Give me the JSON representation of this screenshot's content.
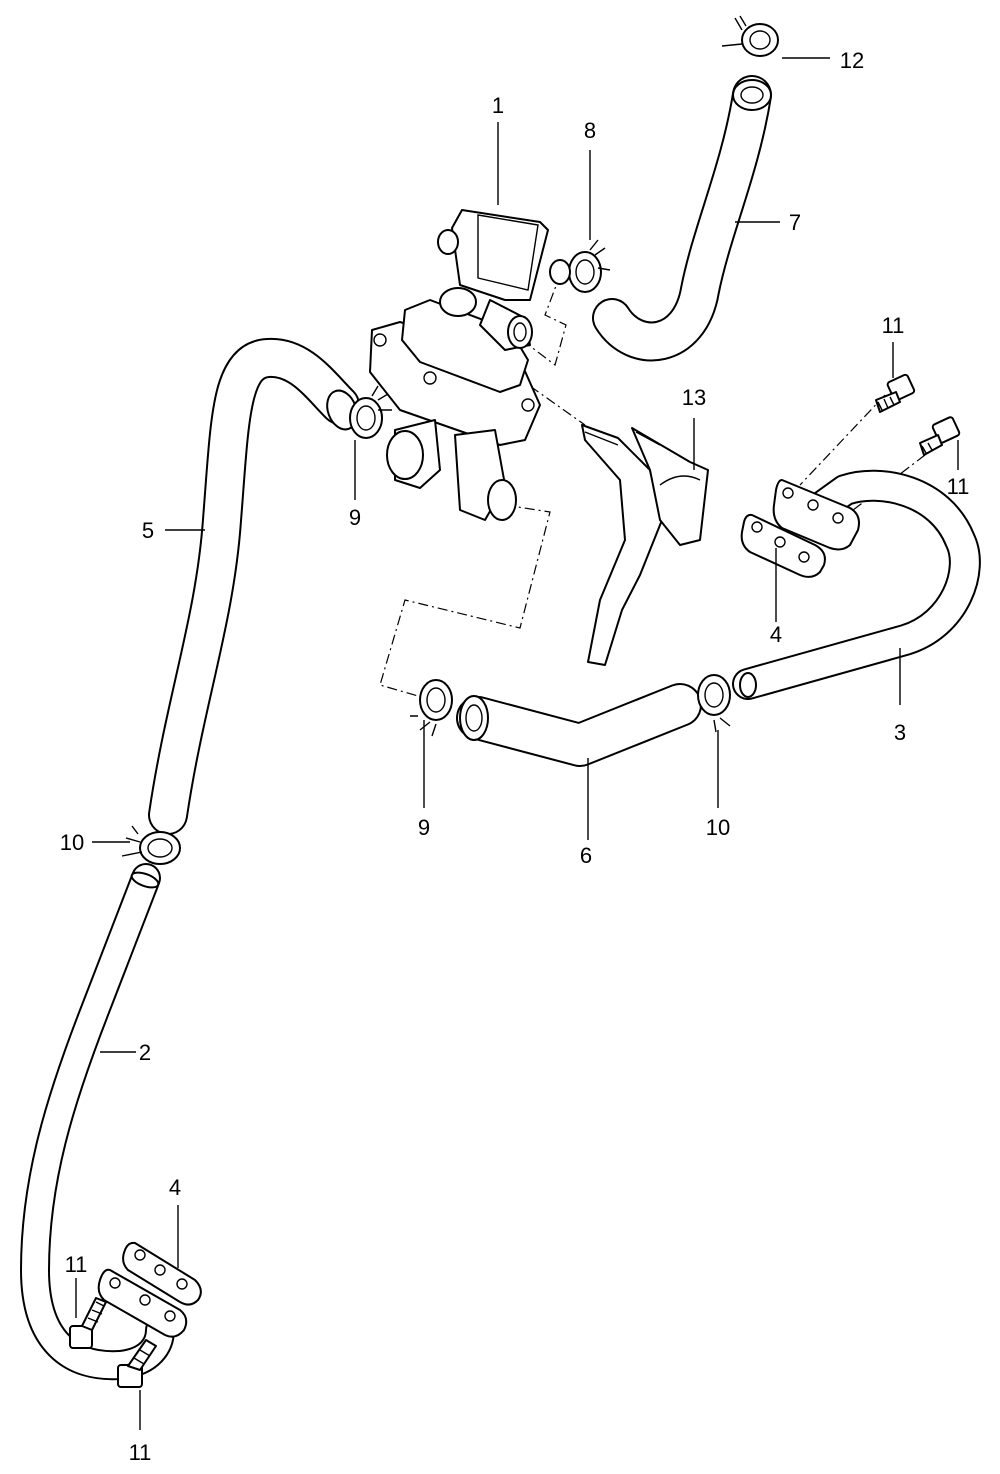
{
  "diagram": {
    "callouts": [
      "1",
      "2",
      "3",
      "4",
      "4",
      "5",
      "6",
      "7",
      "8",
      "9",
      "9",
      "10",
      "10",
      "11",
      "11",
      "11",
      "11",
      "12",
      "13"
    ]
  }
}
